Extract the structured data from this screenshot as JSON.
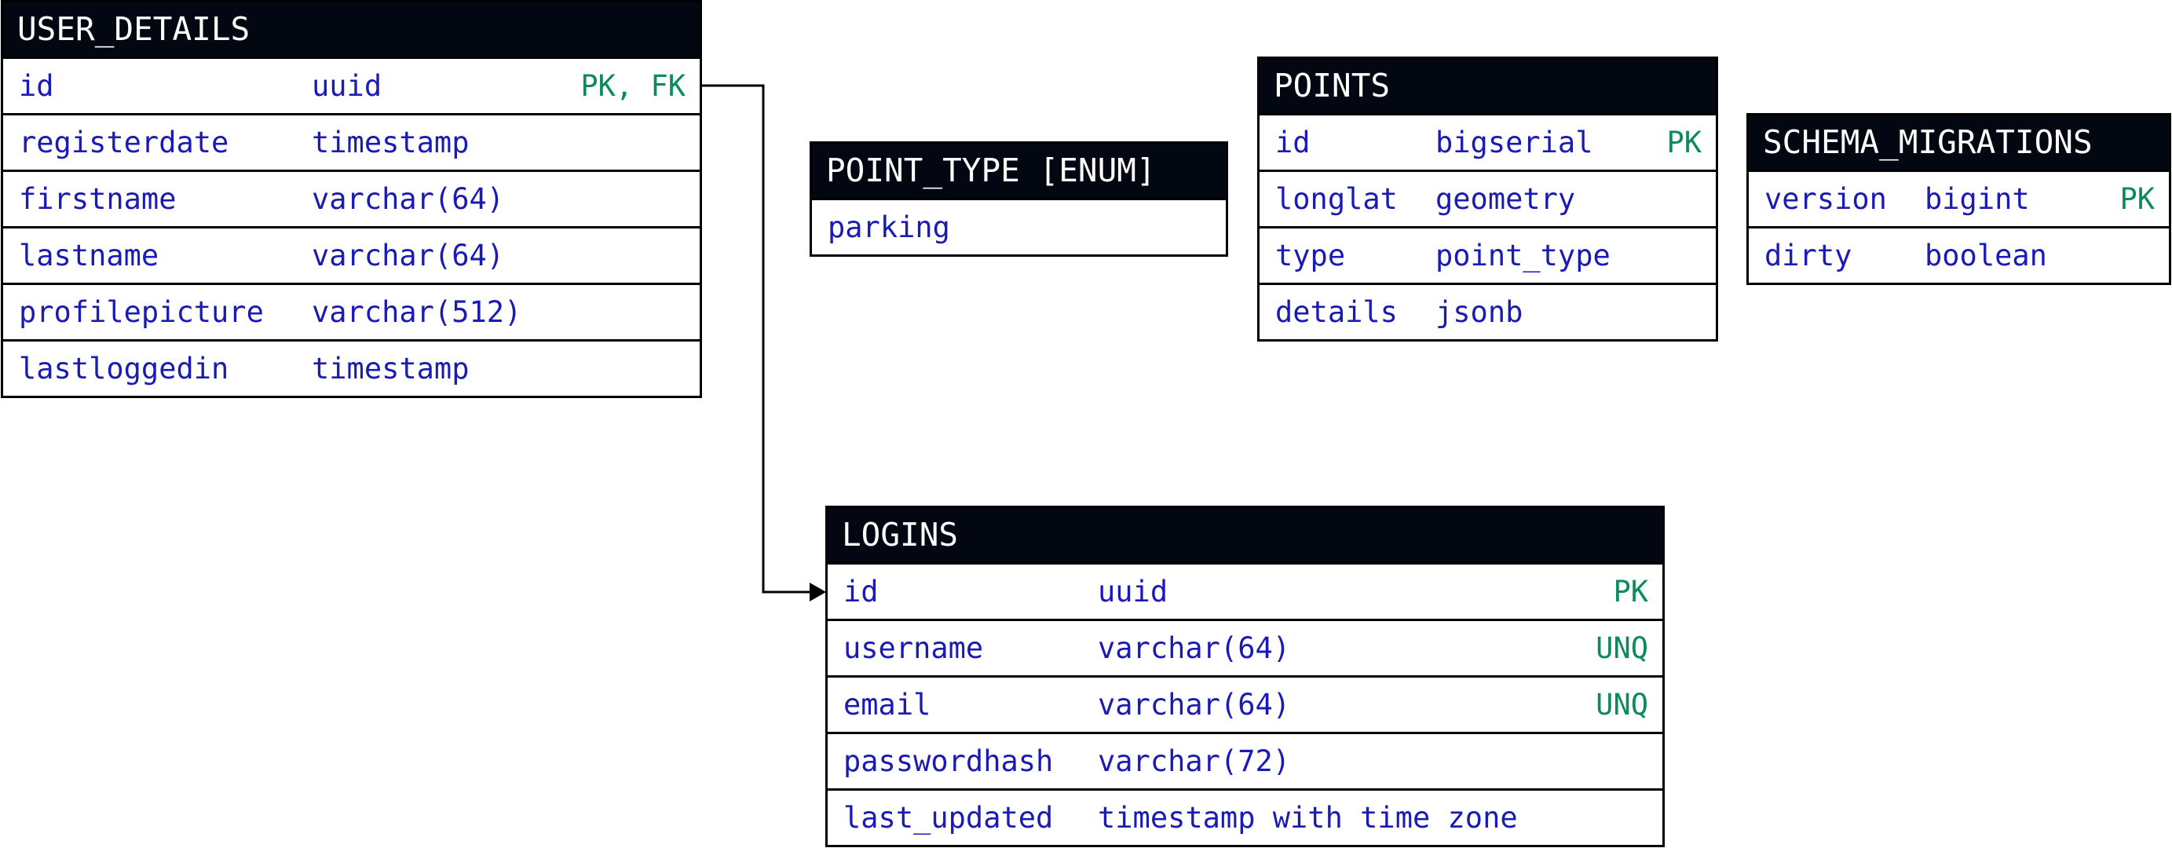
{
  "colors": {
    "header_bg": "#030712",
    "header_text": "#ffffff",
    "column_text": "#1a1ab5",
    "key_text": "#0b8a5f",
    "border": "#000000"
  },
  "entities": [
    {
      "id": "user-details",
      "title": "USER_DETAILS",
      "rows": [
        {
          "name": "id",
          "type": "uuid",
          "key": "PK, FK"
        },
        {
          "name": "registerdate",
          "type": "timestamp",
          "key": ""
        },
        {
          "name": "firstname",
          "type": "varchar(64)",
          "key": ""
        },
        {
          "name": "lastname",
          "type": "varchar(64)",
          "key": ""
        },
        {
          "name": "profilepicture",
          "type": "varchar(512)",
          "key": ""
        },
        {
          "name": "lastloggedin",
          "type": "timestamp",
          "key": ""
        }
      ]
    },
    {
      "id": "point-type",
      "title": "POINT_TYPE [ENUM]",
      "rows": [
        {
          "name": "parking",
          "type": "",
          "key": ""
        }
      ]
    },
    {
      "id": "points",
      "title": "POINTS",
      "rows": [
        {
          "name": "id",
          "type": "bigserial",
          "key": "PK"
        },
        {
          "name": "longlat",
          "type": "geometry",
          "key": ""
        },
        {
          "name": "type",
          "type": "point_type",
          "key": ""
        },
        {
          "name": "details",
          "type": "jsonb",
          "key": ""
        }
      ]
    },
    {
      "id": "schema-migrations",
      "title": "SCHEMA_MIGRATIONS",
      "rows": [
        {
          "name": "version",
          "type": "bigint",
          "key": "PK"
        },
        {
          "name": "dirty",
          "type": "boolean",
          "key": ""
        }
      ]
    },
    {
      "id": "logins",
      "title": "LOGINS",
      "rows": [
        {
          "name": "id",
          "type": "uuid",
          "key": "PK"
        },
        {
          "name": "username",
          "type": "varchar(64)",
          "key": "UNQ"
        },
        {
          "name": "email",
          "type": "varchar(64)",
          "key": "UNQ"
        },
        {
          "name": "passwordhash",
          "type": "varchar(72)",
          "key": ""
        },
        {
          "name": "last_updated",
          "type": "timestamp with time zone",
          "key": ""
        }
      ]
    }
  ],
  "relationships": [
    {
      "from": "user-details.id",
      "to": "logins.id"
    }
  ]
}
